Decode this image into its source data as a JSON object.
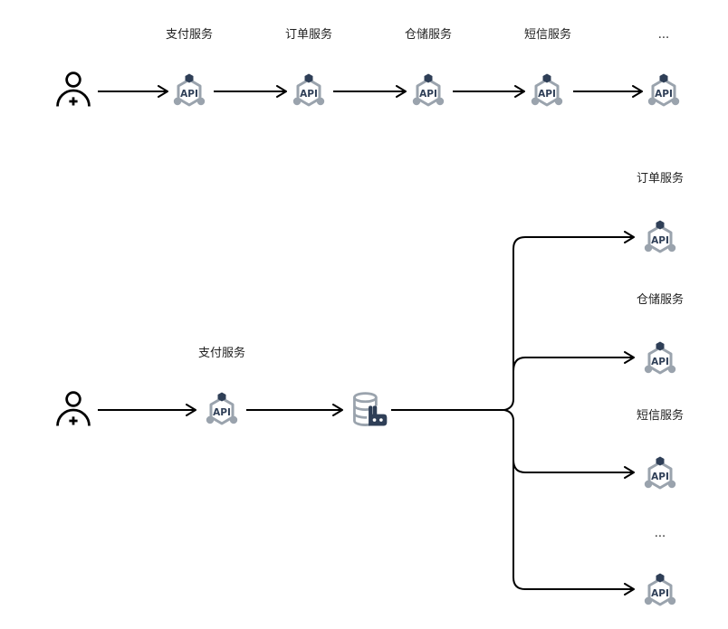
{
  "colors": {
    "line": "#000000",
    "icon_gray": "#9aa3ad",
    "icon_dark": "#2f3f57",
    "text": "#222222"
  },
  "icon_text": {
    "api": "API"
  },
  "top_flow": {
    "description": "Synchronous sequential call chain",
    "actor": {
      "icon": "user-add-icon"
    },
    "services": [
      {
        "label": "支付服务",
        "icon": "api-icon"
      },
      {
        "label": "订单服务",
        "icon": "api-icon"
      },
      {
        "label": "仓储服务",
        "icon": "api-icon"
      },
      {
        "label": "短信服务",
        "icon": "api-icon"
      },
      {
        "label": "...",
        "icon": "api-icon"
      }
    ]
  },
  "bottom_flow": {
    "description": "Asynchronous fan-out via message queue",
    "actor": {
      "icon": "user-add-icon"
    },
    "entry_service": {
      "label": "支付服务",
      "icon": "api-icon"
    },
    "queue": {
      "icon": "message-queue-icon"
    },
    "branches": [
      {
        "label": "订单服务",
        "icon": "api-icon"
      },
      {
        "label": "仓储服务",
        "icon": "api-icon"
      },
      {
        "label": "短信服务",
        "icon": "api-icon"
      },
      {
        "label": "...",
        "icon": "api-icon"
      }
    ]
  }
}
